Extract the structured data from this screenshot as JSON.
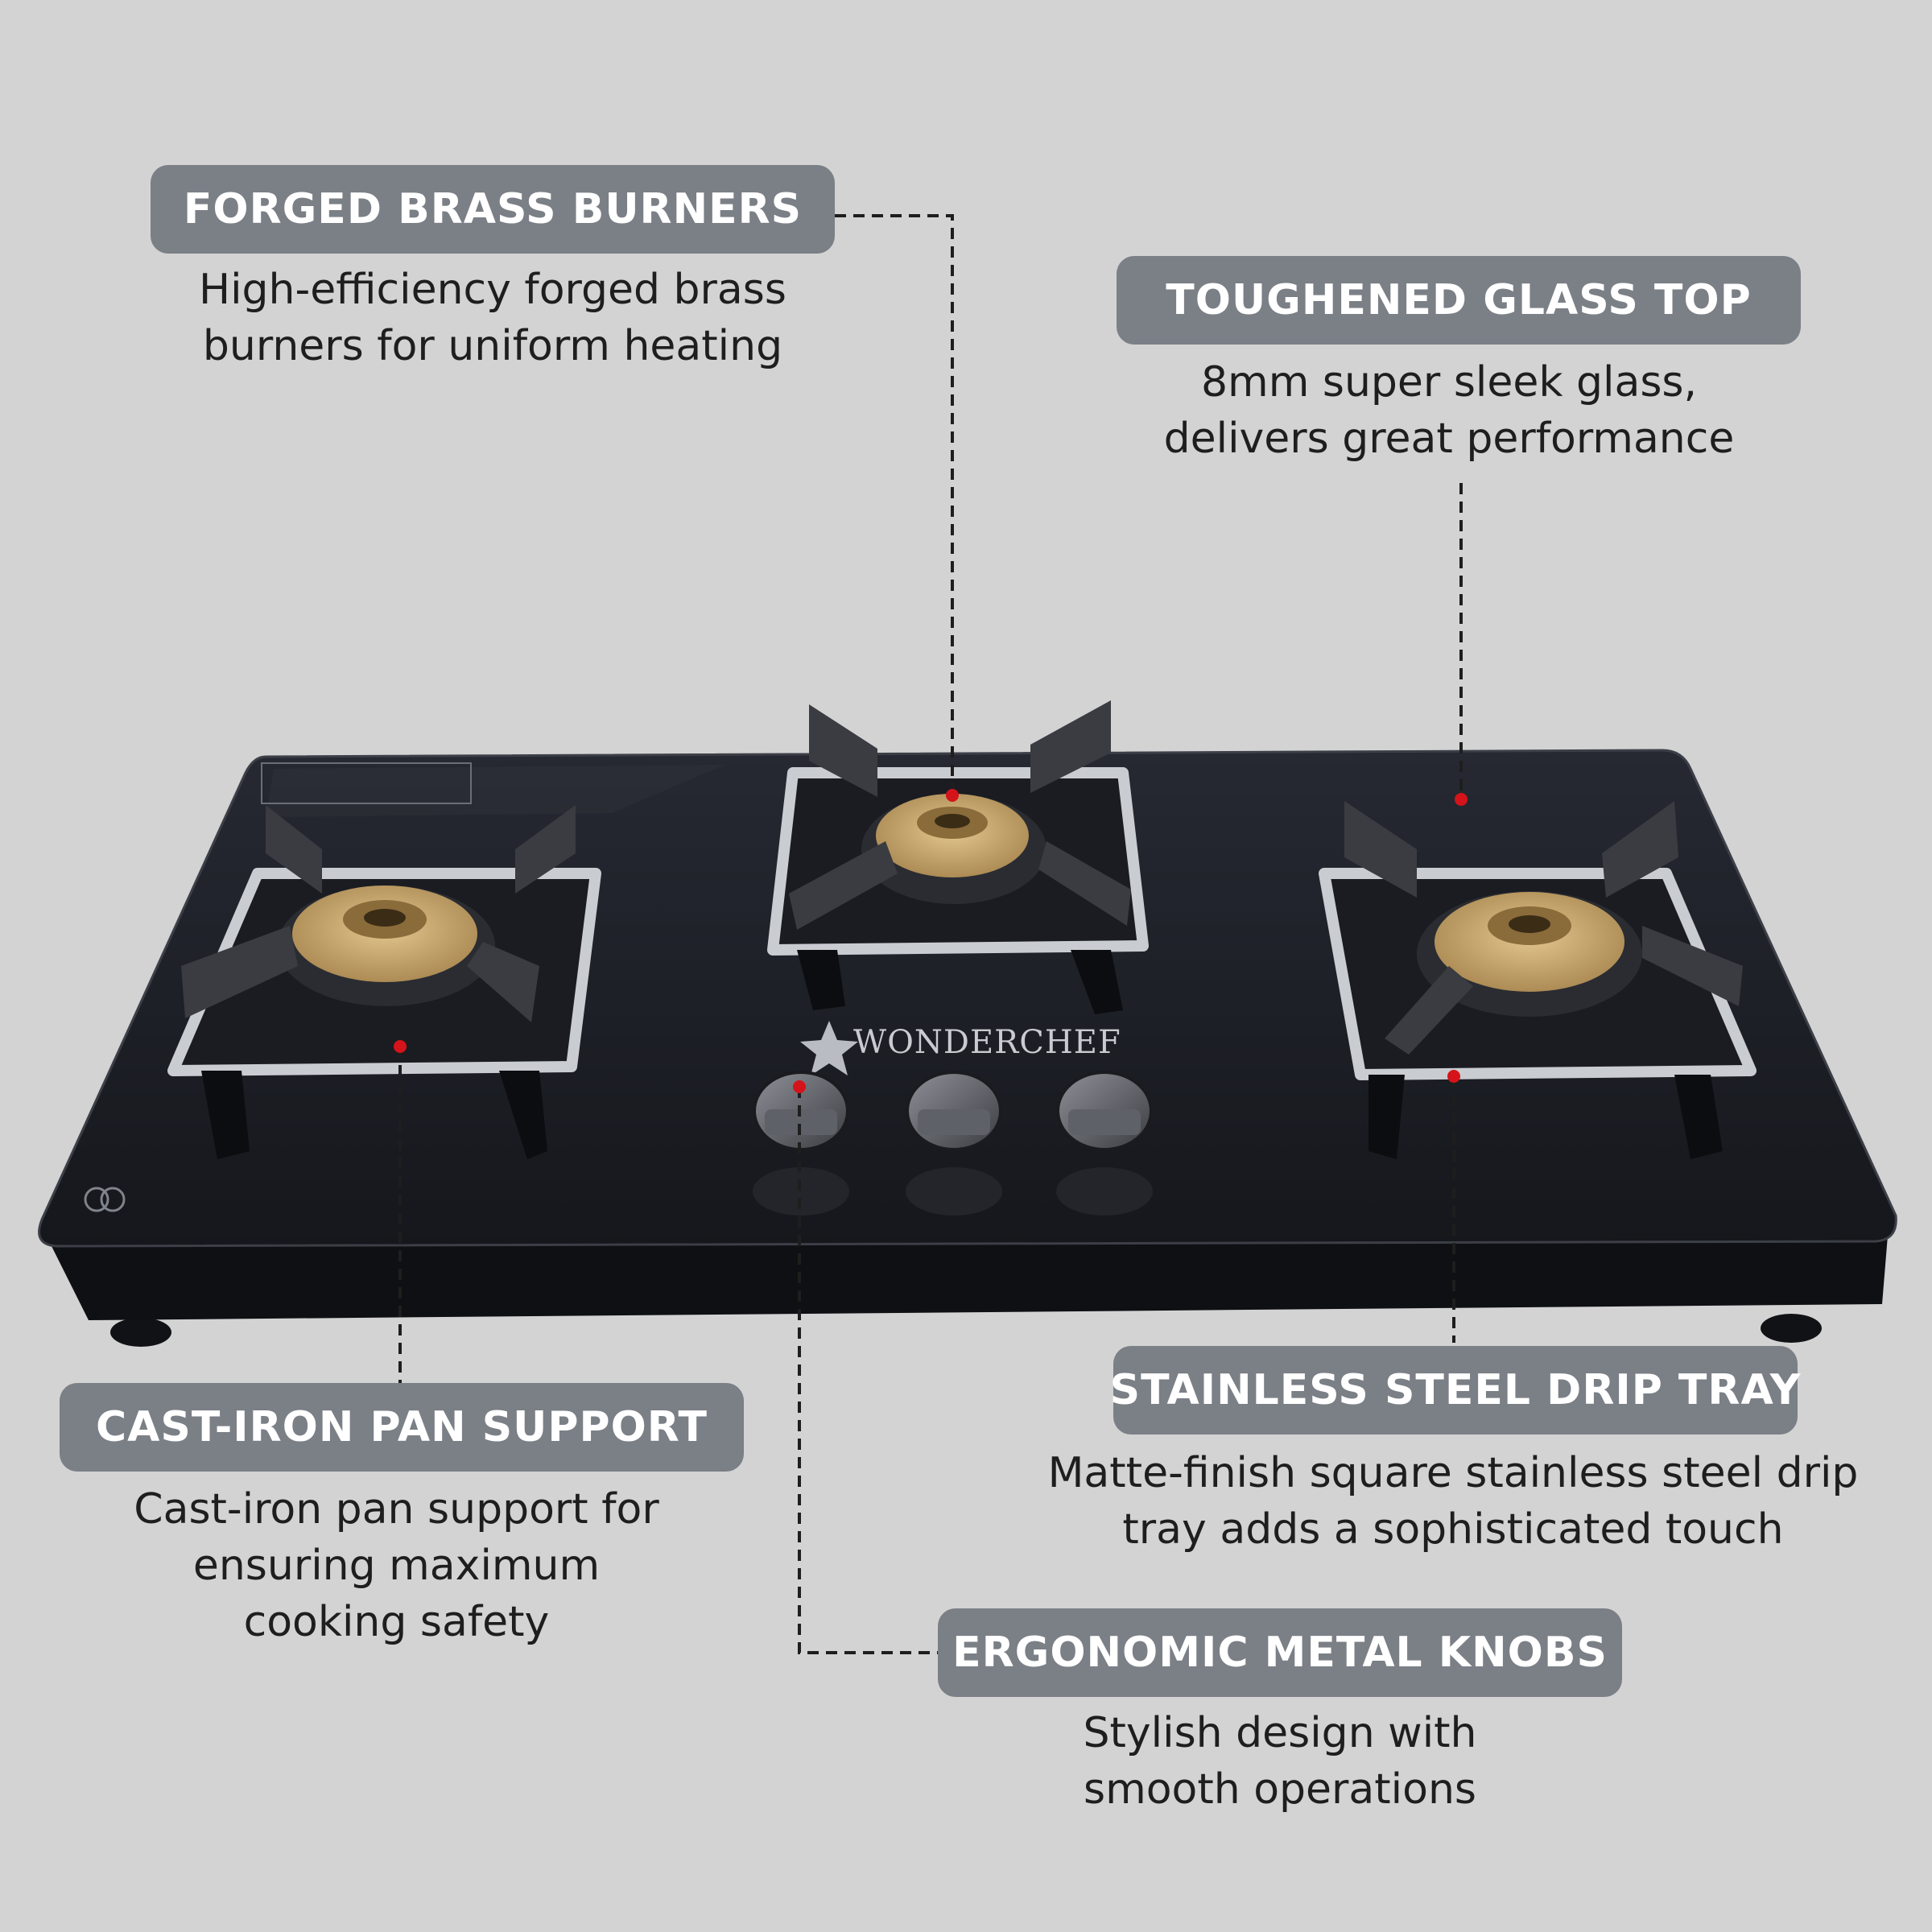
{
  "colors": {
    "background": "#d3d3d3",
    "badge": "#7b7f86",
    "badge_text": "#ffffff",
    "body_text": "#1e1e1e",
    "marker_dot": "#d4141a",
    "glass_top": "#1d1f25",
    "brass": "#c2a26a"
  },
  "product": {
    "brand": "WONDERCHEF",
    "logo_icon": "star-logo-icon"
  },
  "features": [
    {
      "title": "FORGED BRASS BURNERS",
      "lines": [
        "High-efficiency forged brass",
        "burners for uniform heating"
      ]
    },
    {
      "title": "TOUGHENED GLASS TOP",
      "lines": [
        "8mm super sleek glass,",
        "delivers great performance"
      ]
    },
    {
      "title": "CAST-IRON PAN SUPPORT",
      "lines": [
        "Cast-iron pan support for",
        "ensuring maximum",
        "cooking safety"
      ]
    },
    {
      "title": "STAINLESS STEEL DRIP TRAY",
      "lines": [
        "Matte-finish square stainless steel drip",
        "tray adds a sophisticated touch"
      ]
    },
    {
      "title": "ERGONOMIC METAL KNOBS",
      "lines": [
        "Stylish design with",
        "smooth operations"
      ]
    }
  ]
}
